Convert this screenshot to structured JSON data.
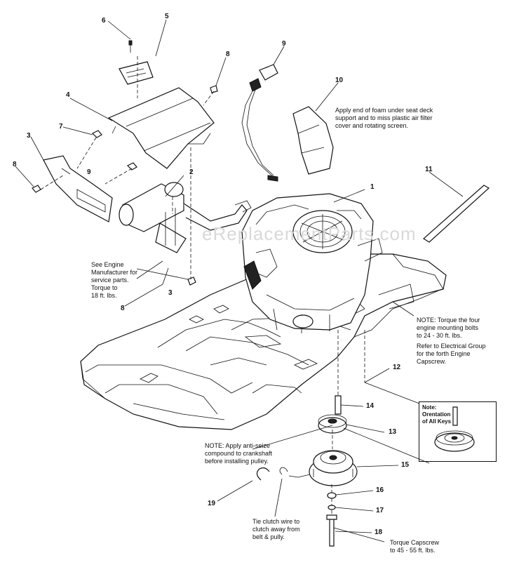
{
  "watermark": "eReplacementParts.com",
  "callouts": {
    "n1": "1",
    "n2": "2",
    "n3": "3",
    "n4": "4",
    "n5": "5",
    "n6": "6",
    "n7": "7",
    "n8a": "8",
    "n8b": "8",
    "n8c": "8",
    "n9": "9",
    "n9b": "9",
    "n10": "10",
    "n11": "11",
    "n12": "12",
    "n13": "13",
    "n14": "14",
    "n15": "15",
    "n16": "16",
    "n17": "17",
    "n18": "18",
    "n19": "19",
    "n3b": "3"
  },
  "notes": {
    "foam": "Apply end of foam under seat deck\nsupport and to miss plastic air filter\ncover and rotating screen.",
    "engine_mfr": "See Engine\nManufacturer for\nservice parts.\nTorque to\n18 ft. lbs.",
    "torque_engine": "NOTE: Torque the four\nengine mounting bolts\nto 24 - 30 ft. lbs.",
    "electrical": "Refer to Electrical Group\nfor the forth Engine\nCapscrew.",
    "anti_seize": "NOTE: Apply anti-seize\ncompound to crankshaft\nbefore installing pulley.",
    "tie_clutch": "Tie clutch wire to\nclutch away from\nbelt & pully.",
    "torque_capscrew": "Torque Capscrew\nto 45 - 55 ft. lbs.",
    "keys_title": "Note:\nOrentation\nof All Keys"
  }
}
